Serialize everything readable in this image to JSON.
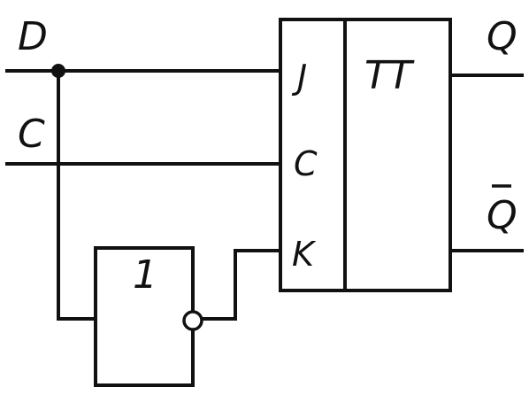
{
  "inputs": {
    "d": "D",
    "c": "C"
  },
  "outputs": {
    "q": "Q",
    "q_bar": "Q"
  },
  "flip_flop": {
    "type_label": "TT",
    "pin_j": "J",
    "pin_c": "C",
    "pin_k": "K"
  },
  "gate": {
    "label": "1"
  }
}
